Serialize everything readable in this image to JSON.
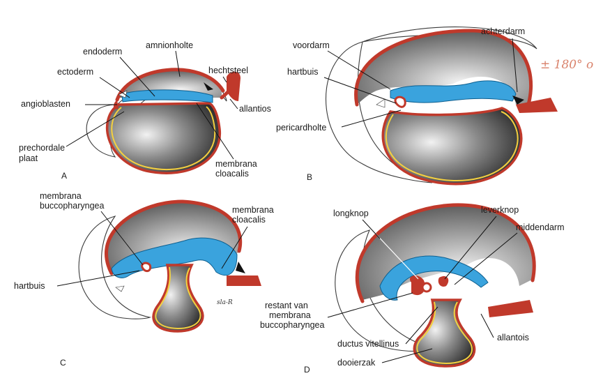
{
  "figure": {
    "panels": {
      "a": {
        "letter": "A",
        "labels": {
          "endoderm": "endoderm",
          "amnionholte": "amnionholte",
          "ectoderm": "ectoderm",
          "hechtsteel": "hechtsteel",
          "angioblasten": "angioblasten",
          "allantios": "allantios",
          "prechordale_1": "prechordale",
          "prechordale_2": "plaat",
          "membrana_1": "membrana",
          "membrana_2": "cloacalis"
        }
      },
      "b": {
        "letter": "B",
        "labels": {
          "achterdarm": "achterdarm",
          "voordarm": "voordarm",
          "hartbuis": "hartbuis",
          "pericardholte": "pericardholte"
        },
        "annotation": "± 180° o"
      },
      "c": {
        "letter": "C",
        "labels": {
          "membrana_bucco_1": "membrana",
          "membrana_bucco_2": "buccopharyngea",
          "membrana_cloac_1": "membrana",
          "membrana_cloac_2": "cloacalis",
          "hartbuis": "hartbuis"
        },
        "signature": "sla-R"
      },
      "d": {
        "letter": "D",
        "labels": {
          "longknop": "longknop",
          "leverknop": "leverknop",
          "middendarm": "middendarm",
          "restant_1": "restant van",
          "restant_2": "membrana",
          "restant_3": "buccopharyngea",
          "allantois": "allantois",
          "ductus": "ductus vitellinus",
          "dooierzak": "dooierzak"
        }
      }
    },
    "colors": {
      "ectoderm": "#c0392b",
      "endoderm": "#3aa3dd",
      "yolk_rim": "#f4d03f",
      "amnion": "#d6d6d6",
      "cavity": "#2b2b2b"
    }
  }
}
